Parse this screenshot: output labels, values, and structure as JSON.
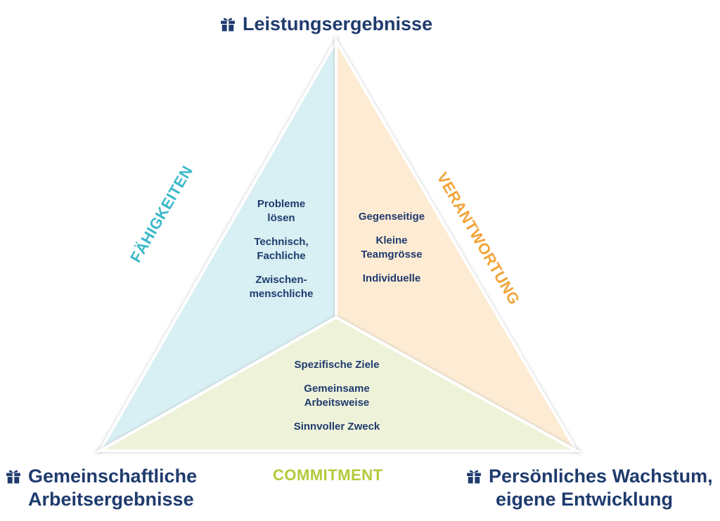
{
  "corners": {
    "top": {
      "icon": "gift-icon",
      "lines": [
        "Leistungsergebnisse"
      ]
    },
    "bottom_left": {
      "icon": "gift-icon",
      "lines": [
        "Gemeinschaftliche",
        "Arbeitsergebnisse"
      ]
    },
    "bottom_right": {
      "icon": "gift-icon",
      "lines": [
        "Persönliches Wachstum,",
        "eigene Entwicklung"
      ]
    }
  },
  "sides": {
    "left": "FÄHIGKEITEN",
    "right": "VERANTWORTUNG",
    "bottom": "COMMITMENT"
  },
  "segments": {
    "left": {
      "items": [
        "Probleme\nlösen",
        "Technisch,\nFachliche",
        "Zwischen-\nmenschliche"
      ]
    },
    "right": {
      "items": [
        "Gegenseitige",
        "Kleine\nTeamgrösse",
        "Individuelle"
      ]
    },
    "bottom": {
      "items": [
        "Spezifische Ziele",
        "Gemeinsame\nArbeitsweise",
        "Sinnvoller Zweck"
      ]
    }
  },
  "colors": {
    "text": "#1f3b6e",
    "left_fill": "#d8eff3",
    "right_fill": "#fdebd3",
    "bottom_fill": "#eef2d9",
    "left_label": "#3ab9c9",
    "right_label": "#f2a43a",
    "bottom_label": "#b5c93a",
    "edge": "#c9cdd0"
  }
}
